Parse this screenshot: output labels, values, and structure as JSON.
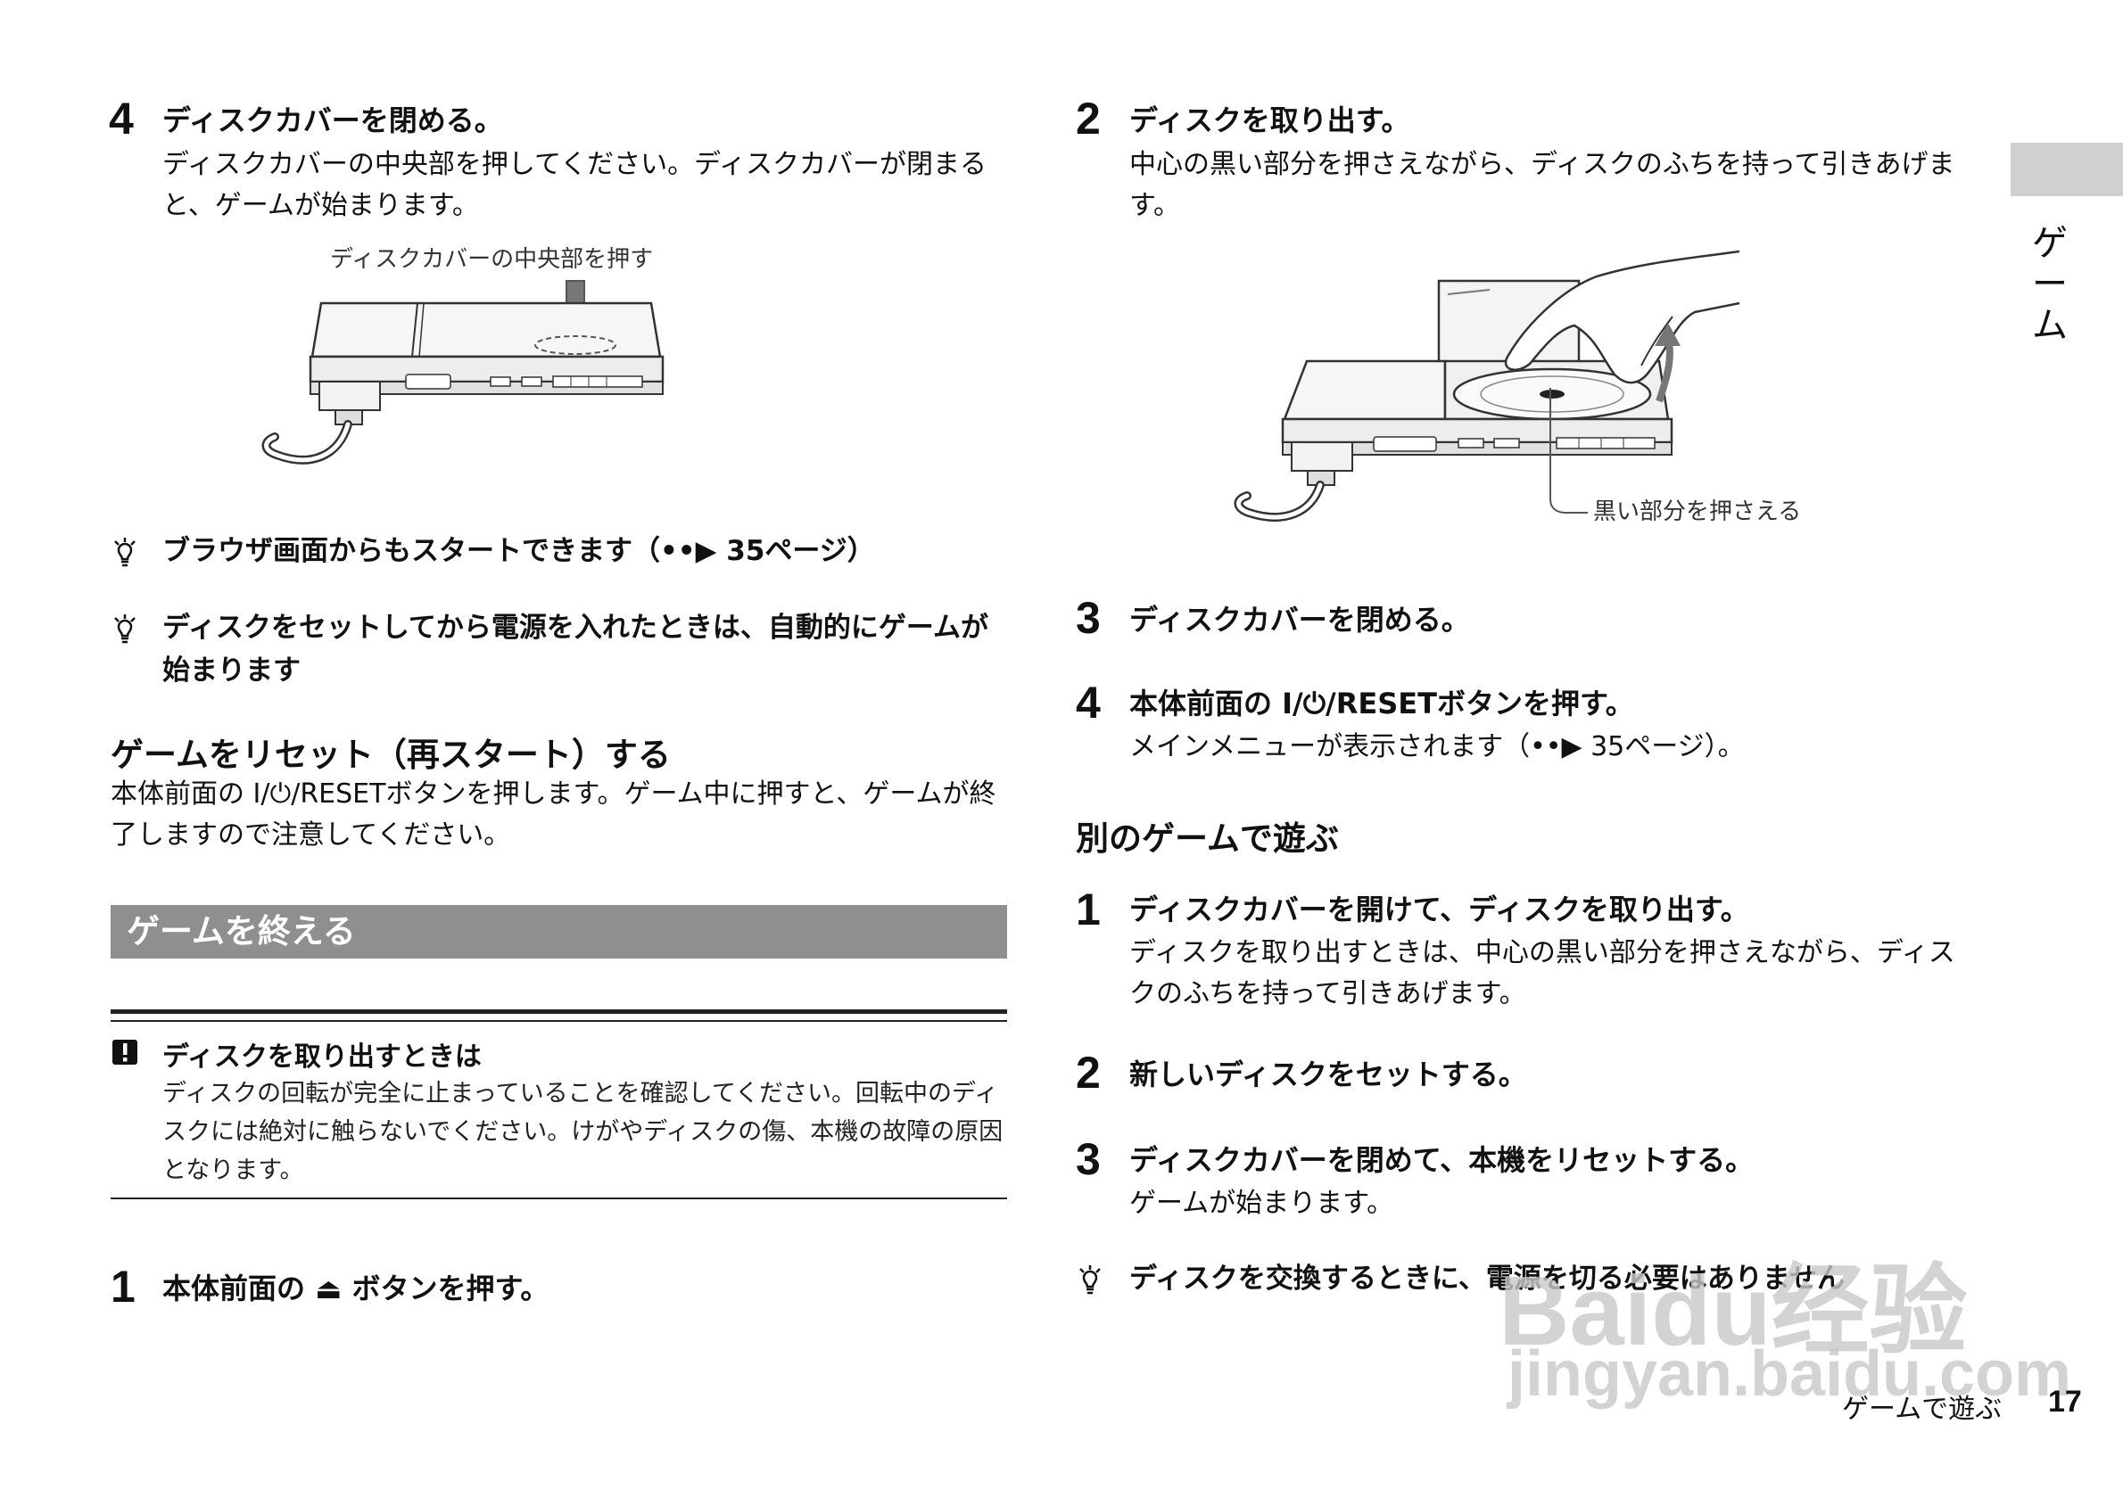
{
  "left": {
    "step4": {
      "number": "4",
      "title": "ディスクカバーを閉める。",
      "body": "ディスクカバーの中央部を押してください。ディスクカバーが閉まると、ゲームが始まります。"
    },
    "figure1_caption": "ディスクカバーの中央部を押す",
    "tips": [
      "ブラウザ画面からもスタートできます（••▶ 35ページ）",
      "ディスクをセットしてから電源を入れたときは、自動的にゲームが始まります"
    ],
    "reset_heading": "ゲームをリセット（再スタート）する",
    "reset_body": "本体前面の I/⏻/RESETボタンを押します。ゲーム中に押すと、ゲームが終了しますので注意してください。",
    "section_band": "ゲームを終える",
    "caution": {
      "title": "ディスクを取り出すときは",
      "body": "ディスクの回転が完全に止まっていることを確認してください。回転中のディスクには絶対に触らないでください。けがやディスクの傷、本機の故障の原因となります。"
    },
    "step1": {
      "number": "1",
      "title": "本体前面の ⏏ ボタンを押す。"
    }
  },
  "right": {
    "step2": {
      "number": "2",
      "title": "ディスクを取り出す。",
      "body": "中心の黒い部分を押さえながら、ディスクのふちを持って引きあげます。"
    },
    "figure2_caption": "黒い部分を押さえる",
    "step3": {
      "number": "3",
      "title": "ディスクカバーを閉める。"
    },
    "step4": {
      "number": "4",
      "title": "本体前面の I/⏻/RESETボタンを押す。",
      "body": "メインメニューが表示されます（••▶ 35ページ）。"
    },
    "other_heading": "別のゲームで遊ぶ",
    "other_steps": [
      {
        "number": "1",
        "title": "ディスクカバーを開けて、ディスクを取り出す。",
        "body": "ディスクを取り出すときは、中心の黒い部分を押さえながら、ディスクのふちを持って引きあげます。"
      },
      {
        "number": "2",
        "title": "新しいディスクをセットする。",
        "body": ""
      },
      {
        "number": "3",
        "title": "ディスクカバーを閉めて、本機をリセットする。",
        "body": "ゲームが始まります。"
      }
    ],
    "tip": "ディスクを交換するときに、電源を切る必要はありません"
  },
  "side_tab": {
    "label_chars": [
      "ゲ",
      "ー",
      "ム"
    ]
  },
  "footer": {
    "section": "ゲームで遊ぶ",
    "page": "17"
  },
  "watermark": {
    "line1": "Baidu经验",
    "line2": "jingyan.baidu.com"
  },
  "colors": {
    "band": "#8f8f8f",
    "side_tab": "#d0d0d0",
    "text": "#111111"
  },
  "icons": {
    "tip": "lightbulb-icon",
    "caution": "exclamation-icon"
  }
}
